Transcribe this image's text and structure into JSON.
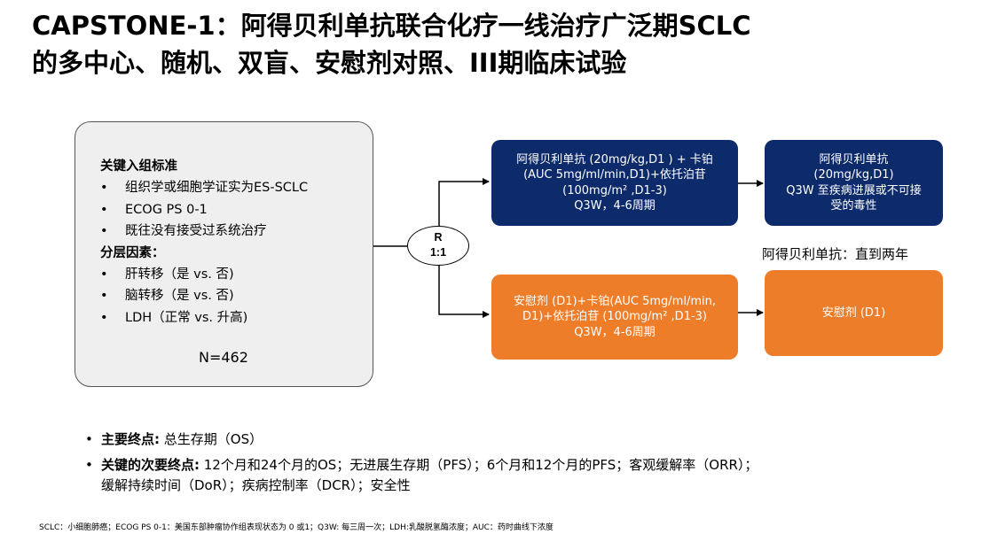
{
  "title": {
    "line1": "CAPSTONE-1：阿得贝利单抗联合化疗一线治疗广泛期SCLC",
    "line2": "的多中心、随机、双盲、安慰剂对照、III期临床试验"
  },
  "criteria": {
    "inclusion_heading": "关键入组标准",
    "inclusion_items": [
      "组织学或细胞学证实为ES-SCLC",
      "ECOG PS 0-1",
      "既往没有接受过系统治疗"
    ],
    "strat_heading": "分层因素：",
    "strat_items": [
      "肝转移（是 vs. 否)",
      "脑转移（是 vs. 否)",
      "LDH（正常 vs. 升高)"
    ],
    "bullet": "•",
    "n": "N=462"
  },
  "randomization": {
    "line1": "R",
    "line2": "1:1"
  },
  "arms": {
    "exp_induction": [
      "阿得贝利单抗 (20mg/kg,D1 ) + 卡铂",
      "(AUC 5mg/ml/min,D1)+依托泊苷",
      "(100mg/m² ,D1-3)",
      "Q3W，4-6周期"
    ],
    "exp_maintenance": [
      "阿得贝利单抗",
      "(20mg/kg,D1)",
      "Q3W 至疾病进展或不可接",
      "受的毒性"
    ],
    "maintenance_note": "阿得贝利单抗：直到两年",
    "ctrl_induction": [
      "安慰剂 (D1)+卡铂(AUC 5mg/ml/min,",
      "D1)+依托泊苷  (100mg/m² ,D1-3)",
      "Q3W，4-6周期"
    ],
    "ctrl_maintenance": [
      "安慰剂 (D1)"
    ]
  },
  "endpoints": {
    "bullet": "•",
    "primary_label": "主要终点:",
    "primary_text": " 总生存期（OS）",
    "secondary_label": "关键的次要终点:",
    "secondary_text": " 12个月和24个月的OS；无进展生存期（PFS）；6个月和12个月的PFS；客观缓解率（ORR）；",
    "secondary_text2": "缓解持续时间（DoR）；疾病控制率（DCR）；安全性"
  },
  "footnote": "SCLC：小细胞肺癌；ECOG PS 0-1：美国东部肿瘤协作组表现状态为 0 或1；Q3W: 每三周一次；LDH:乳酸脱氢酶浓度；AUC：药时曲线下浓度",
  "colors": {
    "navy": "#0d2a6b",
    "orange": "#ee7d2a",
    "box_gray": "#efefef"
  }
}
